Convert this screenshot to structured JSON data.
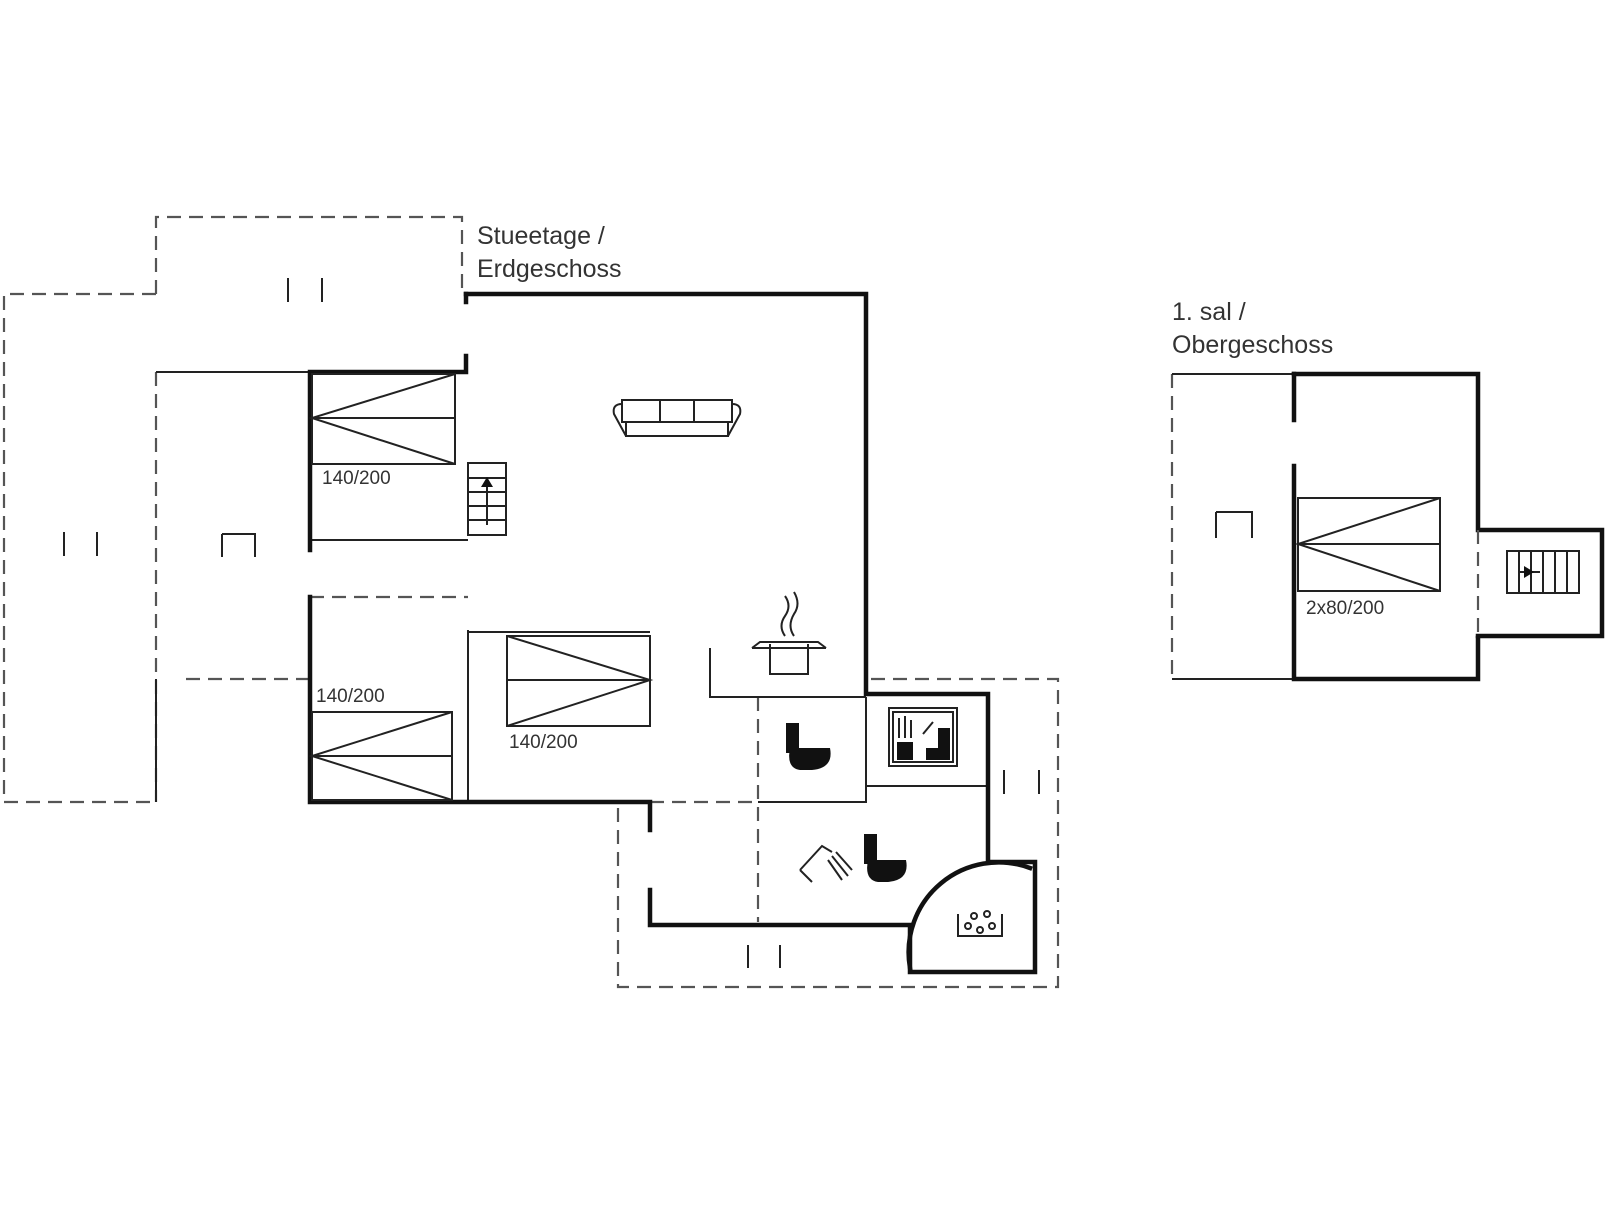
{
  "floors": [
    {
      "label_line1": "Stueetage /",
      "label_line2": "Erdgeschoss"
    },
    {
      "label_line1": "1. sal /",
      "label_line2": "Obergeschoss"
    }
  ],
  "beds": [
    {
      "size": "140/200"
    },
    {
      "size": "140/200"
    },
    {
      "size": "140/200"
    },
    {
      "size": "2x80/200"
    }
  ],
  "icons": [
    "sofa-icon",
    "stairs-up-icon",
    "cooking-pot-icon",
    "toilet-icon",
    "sauna-icon",
    "shower-icon",
    "toilet-icon",
    "whirlpool-icon",
    "stairs-icon"
  ],
  "colors": {
    "wall": "#111111",
    "dashed_outline": "#555555",
    "text": "#333333",
    "background": "#ffffff"
  }
}
